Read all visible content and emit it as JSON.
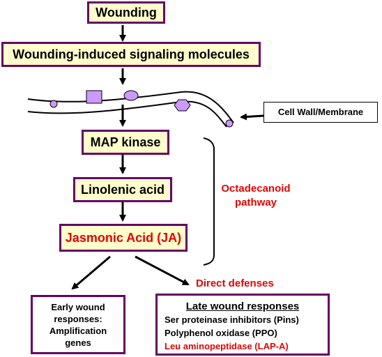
{
  "nodes": {
    "wounding": "Wounding",
    "signaling": "Wounding-induced signaling molecules",
    "map_kinase": "MAP kinase",
    "linolenic": "Linolenic acid",
    "jasmonic": "Jasmonic Acid (JA)",
    "cell_wall": "Cell Wall/Membrane"
  },
  "octadecanoid": {
    "line1": "Octadecanoid",
    "line2": "pathway"
  },
  "direct_defenses": "Direct defenses",
  "early": {
    "line1": "Early wound",
    "line2": "responses:",
    "line3": "Amplification",
    "line4": "genes"
  },
  "late": {
    "title": "Late wound responses",
    "item1": "Ser proteinase inhibitors (Pins)",
    "item2": "Polyphenol oxidase (PPO)",
    "item3": "Leu aminopeptidase (LAP-A)"
  },
  "colors": {
    "box_border": "#660066",
    "box_fill": "#ffffcc",
    "highlight_text": "#e60000",
    "membrane_protein": "#cc99ff"
  }
}
